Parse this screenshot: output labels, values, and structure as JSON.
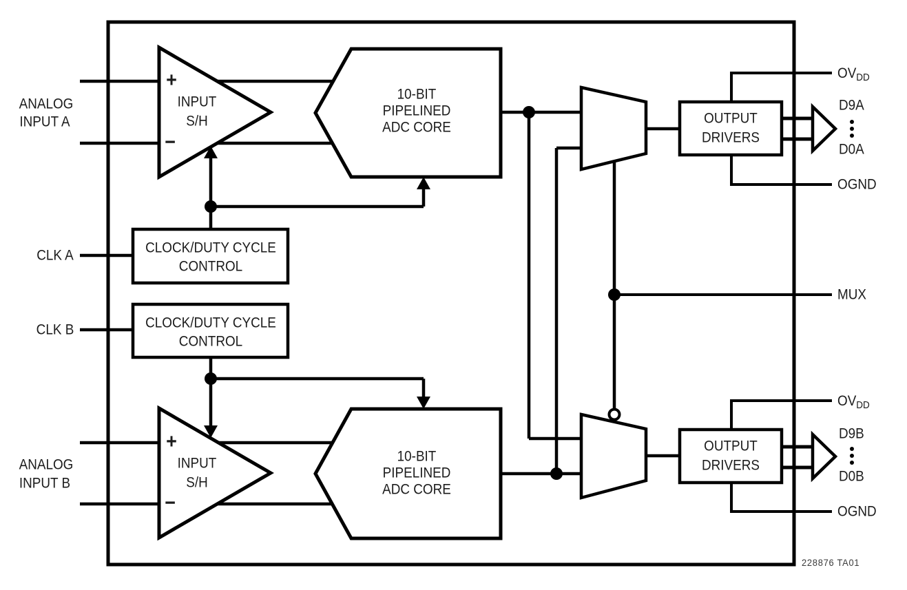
{
  "colors": {
    "line": "#000000",
    "text": "#1c1c1c",
    "caption": "#3a3a3a",
    "bg": "#ffffff"
  },
  "pins": {
    "analog_in_a_line1": "ANALOG",
    "analog_in_a_line2": "INPUT A",
    "clk_a": "CLK A",
    "clk_b": "CLK B",
    "analog_in_b_line1": "ANALOG",
    "analog_in_b_line2": "INPUT B",
    "ovdd_a_main": "OV",
    "ovdd_a_sub": "DD",
    "d9a": "D9A",
    "d0a": "D0A",
    "ognd_a": "OGND",
    "mux": "MUX",
    "ovdd_b_main": "OV",
    "ovdd_b_sub": "DD",
    "d9b": "D9B",
    "d0b": "D0B",
    "ognd_b": "OGND"
  },
  "blocks": {
    "sh_a_line1": "INPUT",
    "sh_a_line2": "S/H",
    "sh_a_plus": "+",
    "sh_a_minus": "−",
    "sh_b_line1": "INPUT",
    "sh_b_line2": "S/H",
    "sh_b_plus": "+",
    "sh_b_minus": "−",
    "adc_a_line1": "10-BIT",
    "adc_a_line2": "PIPELINED",
    "adc_a_line3": "ADC CORE",
    "adc_b_line1": "10-BIT",
    "adc_b_line2": "PIPELINED",
    "adc_b_line3": "ADC CORE",
    "clock_a_line1": "CLOCK/DUTY CYCLE",
    "clock_a_line2": "CONTROL",
    "clock_b_line1": "CLOCK/DUTY CYCLE",
    "clock_b_line2": "CONTROL",
    "drivers_a_line1": "OUTPUT",
    "drivers_a_line2": "DRIVERS",
    "drivers_b_line1": "OUTPUT",
    "drivers_b_line2": "DRIVERS"
  },
  "caption": "228876 TA01"
}
